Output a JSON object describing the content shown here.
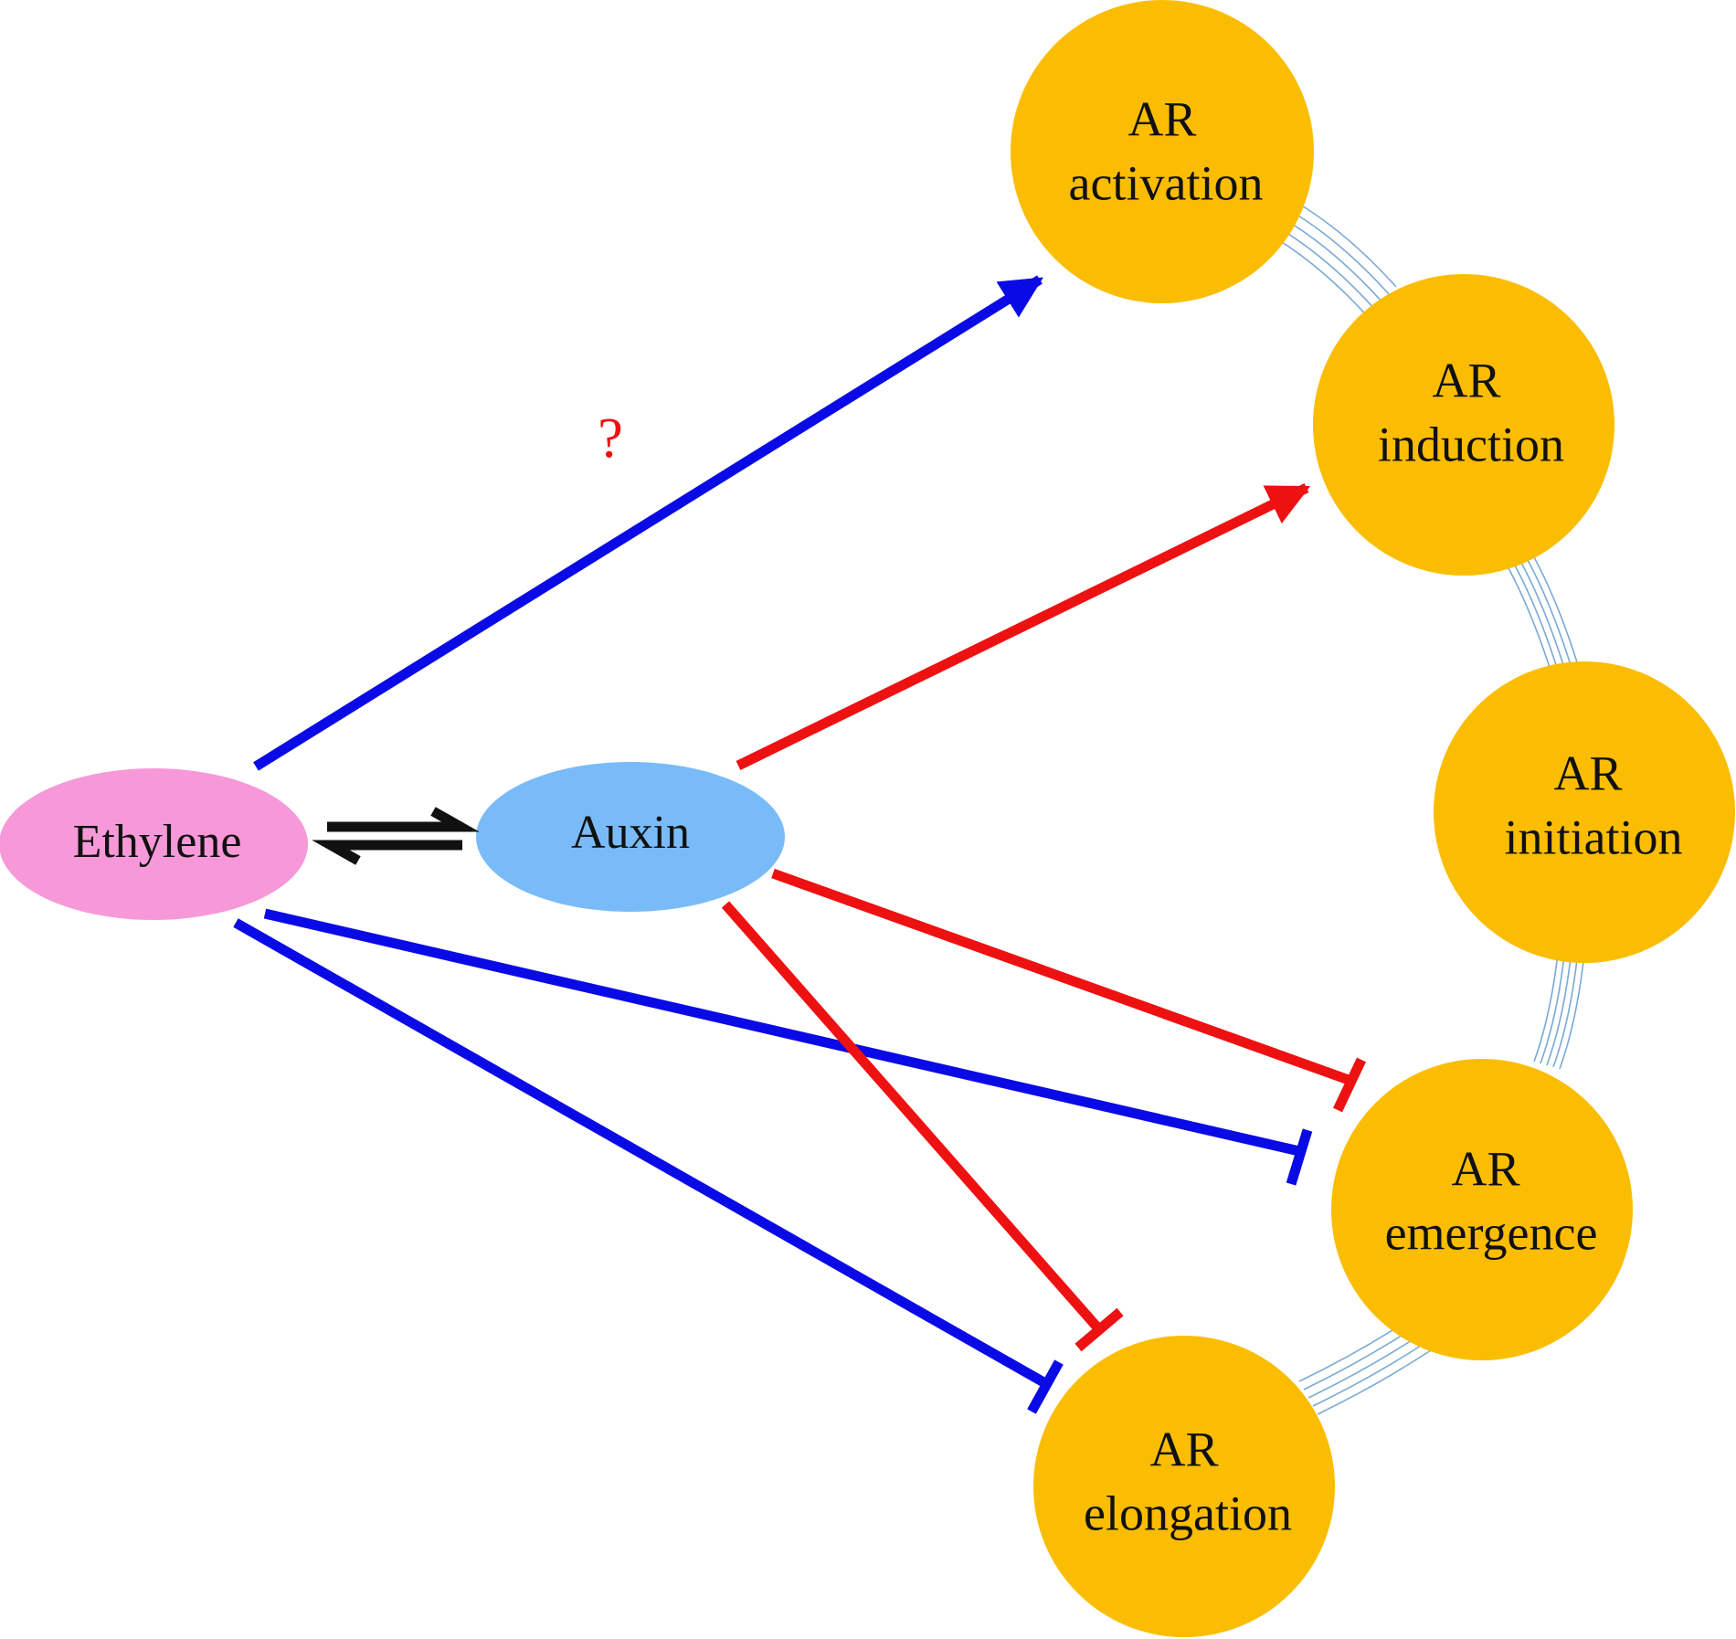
{
  "colors": {
    "stage_fill": "#fbbd02",
    "ethylene_fill": "#f799d8",
    "auxin_fill": "#79bbf8",
    "ethylene_edge": "#0a0ae6",
    "auxin_edge": "#ee1111",
    "exchange_edge": "#111111",
    "connector": "#7aa9d6"
  },
  "nodes": {
    "ethylene": {
      "label": "Ethylene"
    },
    "auxin": {
      "label": "Auxin"
    },
    "stages": [
      {
        "id": "activation",
        "line1": "AR",
        "line2": "activation"
      },
      {
        "id": "induction",
        "line1": "AR",
        "line2": "induction"
      },
      {
        "id": "initiation",
        "line1": "AR",
        "line2": "initiation"
      },
      {
        "id": "emergence",
        "line1": "AR",
        "line2": "emergence"
      },
      {
        "id": "elongation",
        "line1": "AR",
        "line2": "elongation"
      }
    ]
  },
  "edges": [
    {
      "from": "ethylene",
      "to": "activation",
      "type": "promotes"
    },
    {
      "from": "ethylene",
      "to": "emergence",
      "type": "inhibits"
    },
    {
      "from": "ethylene",
      "to": "elongation",
      "type": "inhibits"
    },
    {
      "from": "auxin",
      "to": "induction",
      "type": "promotes"
    },
    {
      "from": "auxin",
      "to": "emergence",
      "type": "inhibits"
    },
    {
      "from": "auxin",
      "to": "elongation",
      "type": "inhibits"
    },
    {
      "from": "ethylene",
      "to": "auxin",
      "type": "reciprocal"
    }
  ],
  "annotation": {
    "text": "?"
  }
}
